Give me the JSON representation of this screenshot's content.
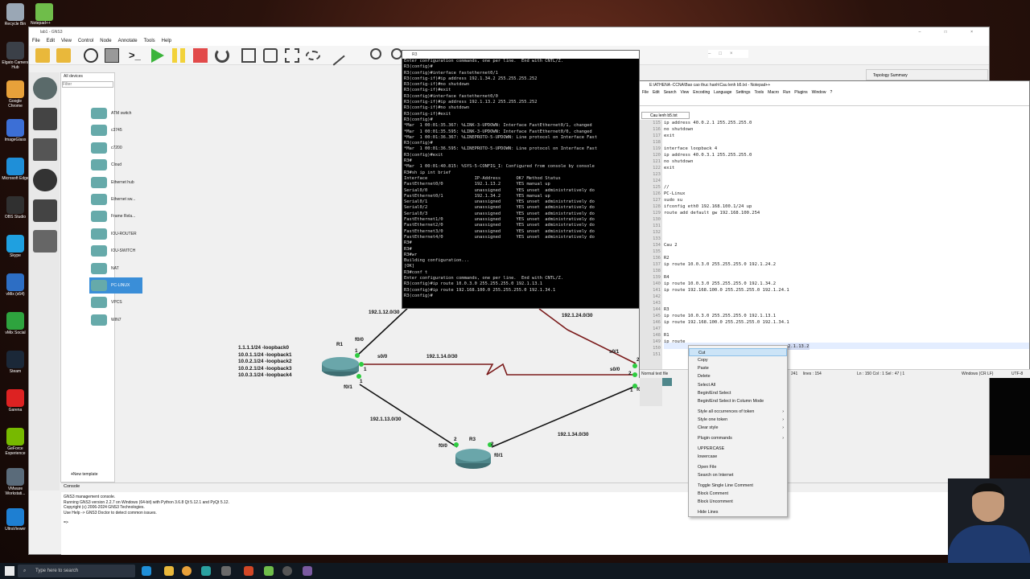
{
  "desktop": {
    "icons": [
      {
        "label": "Recycle Bin",
        "color": "#9aa7b5"
      },
      {
        "label": "Elgato Camera Hub",
        "color": "#3b4048"
      },
      {
        "label": "Google Chrome",
        "color": "#e8a13a"
      },
      {
        "label": "ImageGlass",
        "color": "#3c6fd6"
      },
      {
        "label": "Microsoft Edge",
        "color": "#1f8fd8"
      },
      {
        "label": "OBS Studio",
        "color": "#303030"
      },
      {
        "label": "Skype",
        "color": "#1fa0e0"
      },
      {
        "label": "vMix (x64)",
        "color": "#2d6ec4"
      },
      {
        "label": "vMix Social",
        "color": "#2ea33e"
      },
      {
        "label": "Steam",
        "color": "#1b2838"
      },
      {
        "label": "Garena",
        "color": "#d22"
      },
      {
        "label": "GeForce Experience",
        "color": "#77b900"
      },
      {
        "label": "VMware Workstati...",
        "color": "#5a6b7a"
      },
      {
        "label": "UltraViewer",
        "color": "#1e7fd2"
      }
    ],
    "top_icon_label": "Notepad++"
  },
  "gns3": {
    "title": "lab1 - GNS3",
    "menu": [
      "File",
      "Edit",
      "View",
      "Control",
      "Node",
      "Annotate",
      "Tools",
      "Help"
    ],
    "devices_header": "All devices",
    "filter_placeholder": "Filter",
    "devices": [
      "ATM switch",
      "c3745",
      "c7200",
      "Cloud",
      "Ethernet hub",
      "Ethernet sw...",
      "Frame Rela...",
      "IOU-ROUTER",
      "IOU-SWITCH",
      "NAT",
      "PC-LINUX",
      "VPCS",
      "WIN7"
    ],
    "selected_device": "PC-LINUX",
    "new_template": "New template",
    "topology_summary": "Topology Summary",
    "console_title": "Console",
    "console_lines": [
      "GNS3 management console.",
      "Running GNS3 version 2.2.7 on Windows (64-bit) with Python 3.6.8 Qt 5.12.1 and PyQt 5.12.",
      "Copyright (c) 2006-2024 GNS3 Technologies.",
      "Use Help -> GNS3 Doctor to detect common issues.",
      "",
      "=>"
    ]
  },
  "topology": {
    "r1": "R1",
    "r3": "R3",
    "r1_loopbacks": [
      "1.1.1.1/24 -loopback0",
      "10.0.1.1/24 -loopback1",
      "10.0.2.1/24 -loopback2",
      "10.0.2.1/24 -loopback3",
      "10.0.3.1/24 -loopback4"
    ],
    "net_r1_top": "192.1.12.0/30",
    "net_r1_r4": "192.1.14.0/30",
    "net_r1_r3": "192.1.13.0/30",
    "net_r3_r4": "192.1.34.0/30",
    "net_r2_r4": "192.1.24.0/30",
    "r1_f00": "f0/0",
    "r1_s00": "s0/0",
    "r1_f01": "f0/1",
    "r1_n1": "1",
    "r1_n1b": "1",
    "r1_n2": "1",
    "r3_f00": "f0/0",
    "r3_f01": "f0/1",
    "r3_n2": "2",
    "r3_n2b": "2",
    "r4_s01": "s0/1",
    "r4_s00": "s0/0",
    "r4_f00": "f0/0",
    "r4_n2": "2",
    "r4_n2b": "2",
    "r4_n1": "1"
  },
  "terminal": {
    "title": "R3",
    "lines": [
      "Enter configuration commands, one per line.  End with CNTL/Z.",
      "R3(config)#",
      "R3(config)#interface fastethernet0/1",
      "R3(config-if)#ip address 192.1.34.2 255.255.255.252",
      "R3(config-if)#no shutdown",
      "R3(config-if)#exit",
      "R3(config)#interface fastethernet0/0",
      "R3(config-if)#ip address 192.1.13.2 255.255.255.252",
      "R3(config-if)#no shutdown",
      "R3(config-if)#exit",
      "R3(config)#",
      "*Mar  1 00:01:35.367: %LINK-3-UPDOWN: Interface FastEthernet0/1, changed",
      "*Mar  1 00:01:35.595: %LINK-3-UPDOWN: Interface FastEthernet0/0, changed",
      "*Mar  1 00:01:36.367: %LINEPROTO-5-UPDOWN: Line protocol on Interface Fast",
      "R3(config)#",
      "*Mar  1 00:01:36.595: %LINEPROTO-5-UPDOWN: Line protocol on Interface Fast",
      "R3(config)#exit",
      "R3#",
      "*Mar  1 00:01:40.815: %SYS-5-CONFIG_I: Configured from console by console",
      "R3#sh ip int brief",
      "Interface                  IP-Address      OK? Method Status",
      "FastEthernet0/0            192.1.13.2      YES manual up",
      "Serial0/0                  unassigned      YES unset  administratively do",
      "FastEthernet0/1            192.1.34.2      YES manual up",
      "Serial0/1                  unassigned      YES unset  administratively do",
      "Serial0/2                  unassigned      YES unset  administratively do",
      "Serial0/3                  unassigned      YES unset  administratively do",
      "FastEthernet1/0            unassigned      YES unset  administratively do",
      "FastEthernet2/0            unassigned      YES unset  administratively do",
      "FastEthernet3/0            unassigned      YES unset  administratively do",
      "FastEthernet4/0            unassigned      YES unset  administratively do",
      "R3#",
      "R3#",
      "R3#wr",
      "Building configuration...",
      "[OK]",
      "R3#conf t",
      "Enter configuration commands, one per line.  End with CNTL/Z.",
      "R3(config)#ip route 10.0.3.0 255.255.255.0 192.1.13.1",
      "R3(config)#ip route 192.168.100.0 255.255.255.0 192.1.34.1",
      "R3(config)#"
    ]
  },
  "notepad": {
    "title": "E:\\ATHENA -CCNA\\Bao cao thuc hanh\\Cau lenh b5.txt - Notepad++",
    "menu": [
      "File",
      "Edit",
      "Search",
      "View",
      "Encoding",
      "Language",
      "Settings",
      "Tools",
      "Macro",
      "Run",
      "Plugins",
      "Window",
      "?"
    ],
    "tab": "Cau lenh b5.txt",
    "line_numbers": [
      "115",
      "116",
      "117",
      "118",
      "119",
      "120",
      "121",
      "122",
      "123",
      "124",
      "125",
      "126",
      "127",
      "128",
      "129",
      "130",
      "131",
      "132",
      "133",
      "134",
      "135",
      "136",
      "137",
      "138",
      "139",
      "140",
      "141",
      "142",
      "143",
      "144",
      "145",
      "146",
      "147",
      "148",
      "149",
      "150",
      "151"
    ],
    "lines": [
      "ip address 40.0.2.1 255.255.255.0",
      "no shutdown",
      "exit",
      "",
      "interface loopback 4",
      "ip address 40.0.3.1 255.255.255.0",
      "no shutdown",
      "exit",
      "",
      "",
      "//",
      "PC-Linux",
      "sudo su",
      "ifconfig eth0 192.168.100.1/24 up",
      "route add default gw 192.168.100.254",
      "",
      "",
      "",
      "",
      "Cau 2",
      "",
      "R2",
      "ip route 10.0.3.0 255.255.255.0 192.1.24.2",
      "",
      "R4",
      "ip route 10.0.3.0 255.255.255.0 192.1.34.2",
      "ip route 192.168.100.0 255.255.255.0 192.1.24.1",
      "",
      "",
      "R3",
      "ip route 10.0.3.0 255.255.255.0 192.1.13.1",
      "ip route 192.168.100.0 255.255.255.0 192.1.34.1",
      "",
      "R1",
      "ip route",
      "",
      ""
    ],
    "line150_tail": "2.1.13.2",
    "status_type": "Normal text file",
    "status_length": "241",
    "status_lines": "lines : 154",
    "status_pos": "Ln : 150    Col : 1    Sel : 47 | 1",
    "status_eol": "Windows (CR LF)",
    "status_enc": "UTF-8"
  },
  "context_menu": {
    "items": [
      "Cut",
      "Copy",
      "Paste",
      "Delete",
      "Select All",
      "Begin/End Select",
      "Begin/End Select in Column Mode",
      "Style all occurrences of token",
      "Style one token",
      "Clear style",
      "Plugin commands",
      "UPPERCASE",
      "lowercase",
      "Open File",
      "Search on Internet",
      "Toggle Single Line Comment",
      "Block Comment",
      "Block Uncomment",
      "Hide Lines"
    ],
    "highlighted": "Cut"
  },
  "taskbar": {
    "search_placeholder": "Type here to search"
  }
}
